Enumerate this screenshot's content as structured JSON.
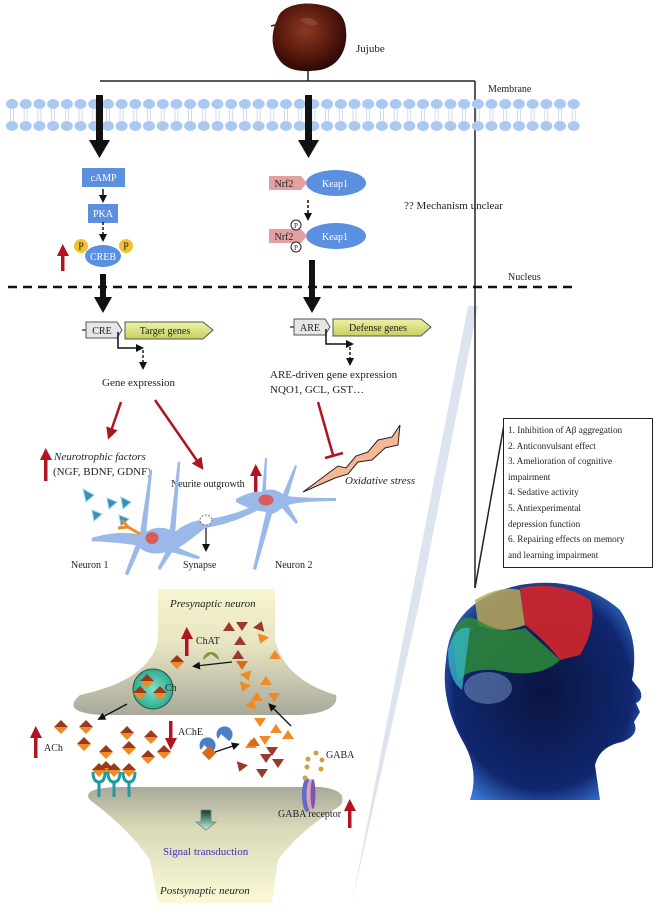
{
  "title_labels": {
    "jujube": "Jujube",
    "membrane": "Membrane",
    "nucleus": "Nucleus",
    "mechanism_unclear": "?? Mechanism unclear"
  },
  "camp_pathway": {
    "camp": "cAMP",
    "pka": "PKA",
    "creb": "CREB",
    "phospho": "P",
    "cre": "CRE",
    "target_genes": "Target genes",
    "gene_expression": "Gene expression"
  },
  "nrf2_pathway": {
    "nrf2": "Nrf2",
    "keap1": "Keap1",
    "phospho": "P",
    "are": "ARE",
    "defense_genes": "Defense genes",
    "are_expression_line1": "ARE-driven gene expression",
    "are_expression_line2": "NQO1, GCL, GST…"
  },
  "neurons": {
    "neurotrophic_title": "Neurotrophic factors",
    "neurotrophic_list": "(NGF, BDNF, GDNF)",
    "neurite_outgrowth": "Neurite outgrowth",
    "oxidative_stress": "Oxidative stress",
    "neuron1": "Neuron 1",
    "synapse": "Synapse",
    "neuron2": "Neuron 2"
  },
  "synapse_detail": {
    "presynaptic": "Presynaptic neuron",
    "chat": "ChAT",
    "ch": "Ch",
    "ach": "ACh",
    "ache": "AChE",
    "gaba": "GABA",
    "gaba_receptor": "GABA receptor",
    "signal_transduction": "Signal transduction",
    "postsynaptic": "Postsynaptic neuron"
  },
  "effects": [
    "1. Inhibition of Aβ aggregation",
    "2. Anticonvulsant effect",
    "3. Amelioration of cognitive",
    "impairment",
    "4. Sedative activity",
    "5. Antiexperimental",
    "depression function",
    "6. Repairing effects on memory",
    "and learning impairment"
  ],
  "colors": {
    "protein_blue": "#5b8fe0",
    "nrf2_pink": "#e3a0a0",
    "phospho_yellow": "#f2c230",
    "up_arrow_red": "#b0141e",
    "gene_yellow": "#d9e07a",
    "membrane_blue": "#a9c8f2",
    "neuron_blue": "#9bb9e8",
    "beam": "#dbe3ee"
  }
}
